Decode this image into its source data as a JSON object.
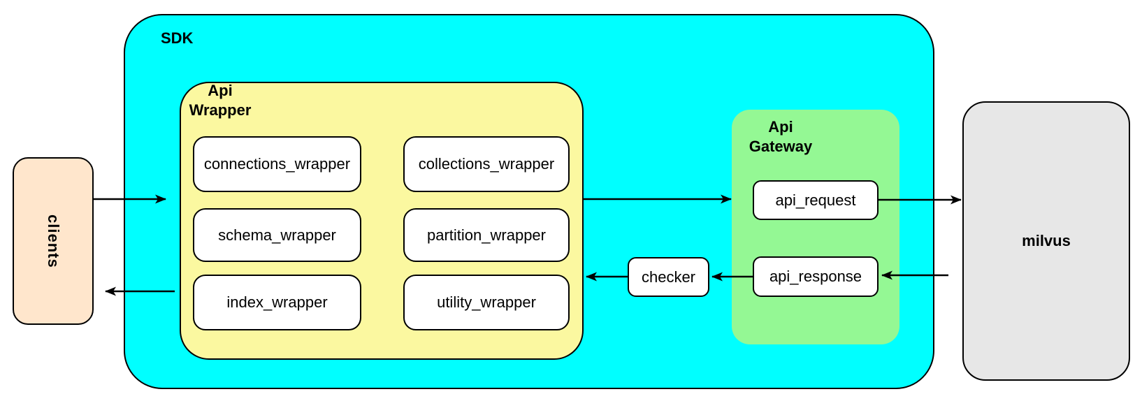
{
  "colors": {
    "sdk_fill": "#00FFFF",
    "api_wrapper_fill": "#FBF8A0",
    "api_gateway_fill": "#94F894",
    "clients_fill": "#FFE6CC",
    "milvus_fill": "#E7E7E7",
    "node_fill": "#FFFFFF",
    "stroke": "#000000"
  },
  "diagram": {
    "clients": {
      "label": "clients"
    },
    "sdk": {
      "label": "SDK",
      "api_wrapper": {
        "label_line1": "Api",
        "label_line2": "Wrapper",
        "boxes": [
          "connections_wrapper",
          "collections_wrapper",
          "schema_wrapper",
          "partition_wrapper",
          "index_wrapper",
          "utility_wrapper"
        ]
      },
      "checker": {
        "label": "checker"
      },
      "api_gateway": {
        "label_line1": "Api",
        "label_line2": "Gateway",
        "boxes": [
          "api_request",
          "api_response"
        ]
      }
    },
    "milvus": {
      "label": "milvus"
    },
    "connections": [
      {
        "from": "clients",
        "to": "api_wrapper",
        "direction": "right"
      },
      {
        "from": "api_wrapper",
        "to": "api_gateway",
        "direction": "right"
      },
      {
        "from": "api_request",
        "to": "milvus",
        "direction": "right"
      },
      {
        "from": "milvus",
        "to": "api_response",
        "direction": "left"
      },
      {
        "from": "api_response",
        "to": "checker",
        "direction": "left"
      },
      {
        "from": "checker",
        "to": "api_wrapper",
        "direction": "left"
      },
      {
        "from": "api_wrapper",
        "to": "clients",
        "direction": "left"
      }
    ]
  }
}
